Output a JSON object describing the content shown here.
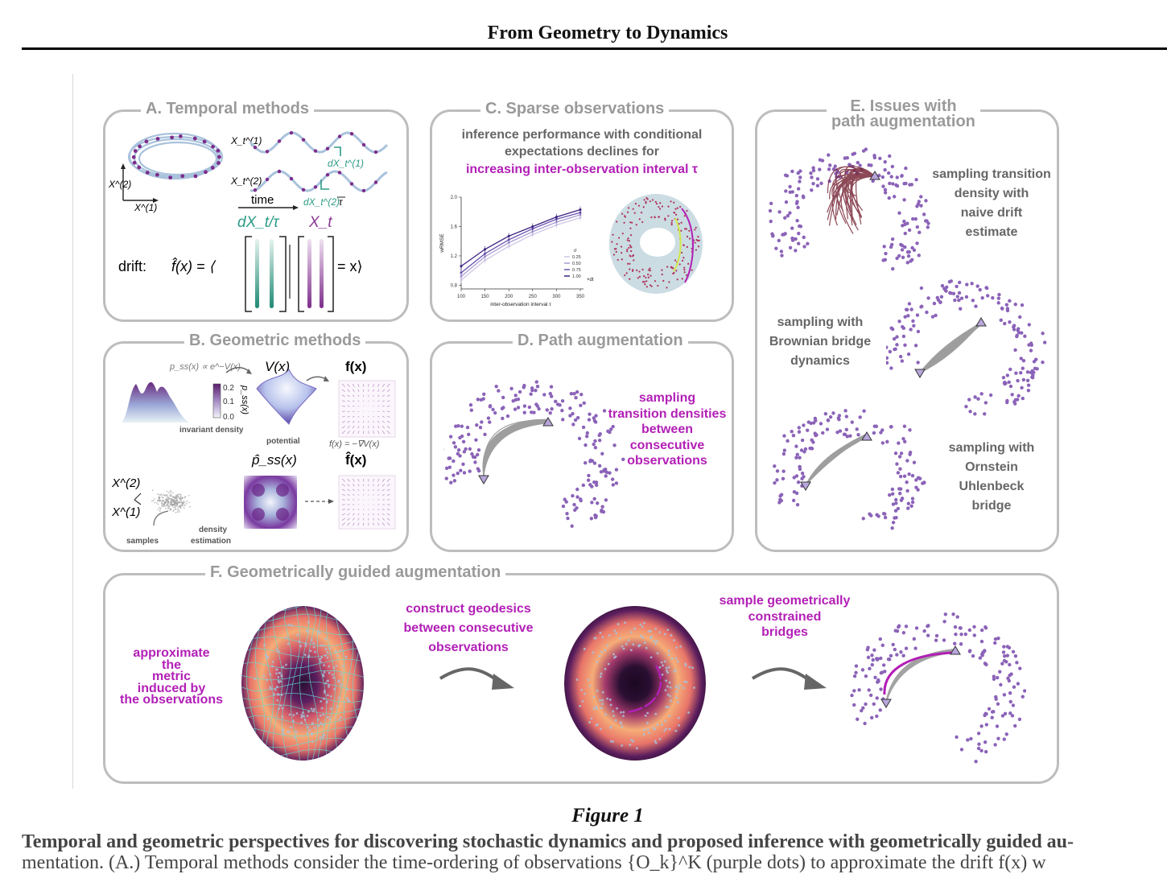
{
  "header": "From Geometry to Dynamics",
  "panelA": {
    "title": "A. Temporal methods",
    "x1_label": "X_t^(1)",
    "x2_label": "X_t^(2)",
    "dx1_label": "dX_t^(1)",
    "dx2_label": "dX_t^(2)",
    "tau": "τ",
    "time_label": "time",
    "axis_y": "X^(2)",
    "axis_x": "X^(1)",
    "drift_label": "drift:",
    "col1_label": "dX_t/τ",
    "col2_label": "X_t",
    "formula_lhs": "f̂(x) = ⟨",
    "formula_rhs": "= x⟩"
  },
  "panelB": {
    "title": "B. Geometric methods",
    "pss_formula": "p_ss(x) ∝ e^−V(x)",
    "V_label": "V(x)",
    "f_label": "f(x)",
    "invariant": "invariant density",
    "potential": "potential",
    "cbar_ticks": [
      "0.2",
      "0.1",
      "0.0"
    ],
    "cbar_label": "p_ss(x)",
    "grad_formula": "f(x) = −∇V(x)",
    "phat_label": "p̂_ss(x)",
    "fhat_label": "f̂(x)",
    "ax2": "X^(2)",
    "ax1": "X^(1)",
    "samples": "samples",
    "density_estimation": "density estimation"
  },
  "panelC": {
    "title": "C. Sparse observations",
    "line1": "inference performance with conditional",
    "line2": "expectations declines for",
    "line3": "increasing inter-observation interval τ"
  },
  "panelD": {
    "title": "D. Path augmentation",
    "text": [
      "sampling",
      "transition densities",
      "between",
      "consecutive",
      "observations"
    ]
  },
  "panelE": {
    "title_line1": "E. Issues with",
    "title_line2": "path augmentation",
    "t1": [
      "sampling transition",
      "density with",
      "naive drift",
      "estimate"
    ],
    "t2": [
      "sampling with",
      "Brownian bridge",
      "dynamics"
    ],
    "t3": [
      "sampling with",
      "Ornstein",
      "Uhlenbeck",
      "bridge"
    ]
  },
  "panelF": {
    "title": "F. Geometrically guided augmentation",
    "t1": [
      "approximate",
      "the",
      "metric",
      "induced by",
      "the observations"
    ],
    "t2": [
      "construct geodesics",
      "between consecutive",
      "observations"
    ],
    "t3": [
      "sample geometrically",
      "constrained",
      "bridges"
    ]
  },
  "chart_data": {
    "type": "line",
    "xlabel": "inter-observation interval τ",
    "ylabel": "wRMSE",
    "x_unit": "×dt",
    "x": [
      100,
      150,
      200,
      250,
      300,
      350
    ],
    "xticks": [
      "100",
      "150",
      "200",
      "250",
      "300",
      "350"
    ],
    "yticks": [
      "0.8",
      "1.2",
      "1.6",
      "2.0"
    ],
    "ylim": [
      0.75,
      2.0
    ],
    "legend_title": "σ",
    "legend_position": "right",
    "series": [
      {
        "name": "0.25",
        "values": [
          0.87,
          1.14,
          1.33,
          1.49,
          1.62,
          1.72
        ],
        "color": "#cfc7e6"
      },
      {
        "name": "0.50",
        "values": [
          0.92,
          1.19,
          1.38,
          1.53,
          1.66,
          1.76
        ],
        "color": "#a99bd2"
      },
      {
        "name": "0.75",
        "values": [
          0.97,
          1.23,
          1.42,
          1.57,
          1.7,
          1.79
        ],
        "color": "#6a55ad"
      },
      {
        "name": "1.00",
        "values": [
          1.06,
          1.29,
          1.47,
          1.6,
          1.73,
          1.83
        ],
        "color": "#3b1f7e"
      }
    ]
  },
  "figure_label": "Figure 1",
  "caption_line1": "Temporal and geometric perspectives for discovering stochastic dynamics and proposed inference with geometrically guided au-",
  "caption_line2": "mentation. (A.) Temporal methods consider the time-ordering of observations {O_k}^K (purple dots) to approximate the drift f(x) w",
  "colors": {
    "purple": "#8b63b8",
    "teal": "#2e9b86",
    "magenta": "#b21fb6",
    "panel_border": "#bdbdbd"
  }
}
